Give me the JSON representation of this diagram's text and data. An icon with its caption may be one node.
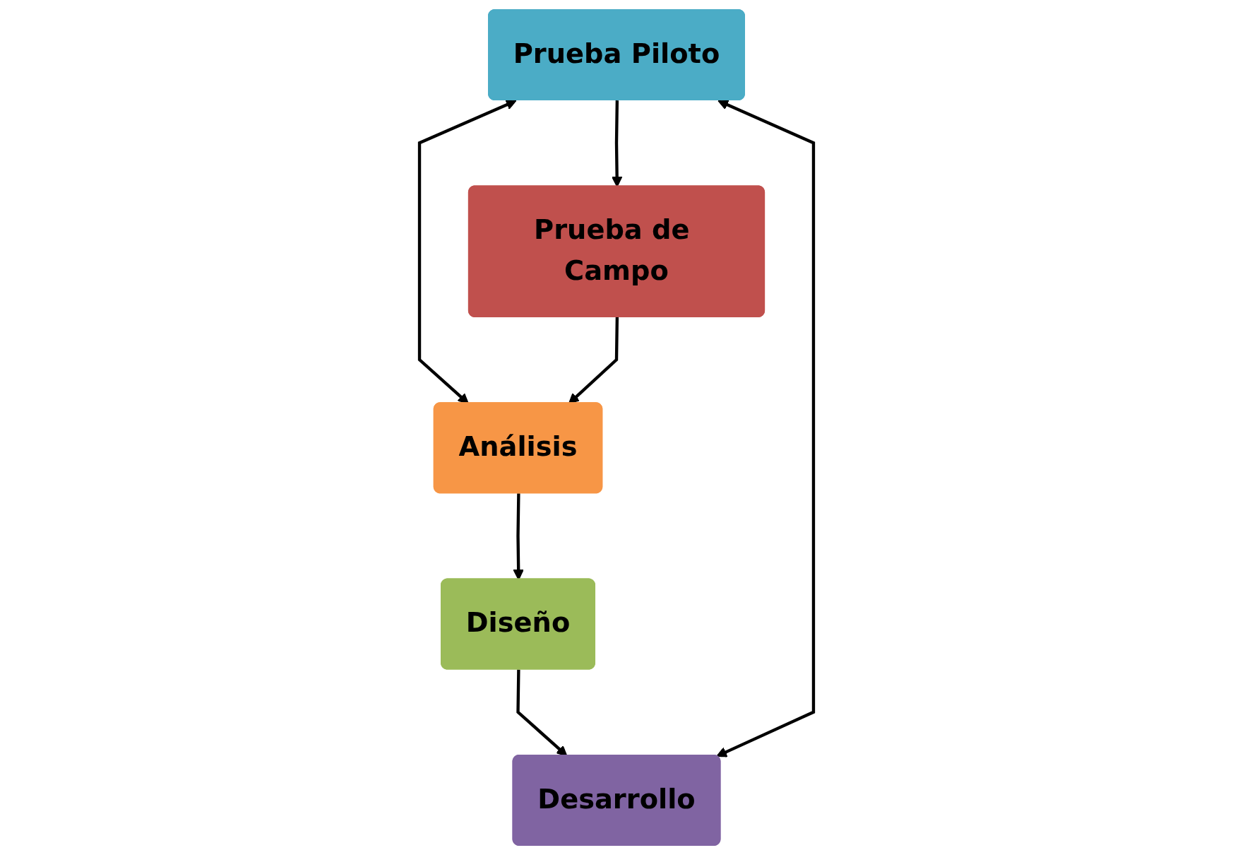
{
  "diagram": {
    "nodes": [
      {
        "text": [
          "Análisis"
        ]
      },
      {
        "text": [
          "Prueba Piloto"
        ]
      },
      {
        "text": [
          "Prueba de Campo"
        ]
      },
      {
        "text": [
          "Diseño"
        ]
      },
      {
        "text": [
          "Desarrollo"
        ]
      }
    ],
    "edges": [
      {
        "from": 1,
        "to": 0,
        "arrow": "both"
      },
      {
        "from": 0,
        "to": 3,
        "arrow": "to"
      },
      {
        "from": 2,
        "to": 0,
        "arrow": "to"
      },
      {
        "from": 1,
        "to": 2,
        "arrow": "to"
      },
      {
        "from": 3,
        "to": 4,
        "arrow": "to"
      },
      {
        "from": 1,
        "to": 4,
        "arrow": "both"
      }
    ]
  }
}
